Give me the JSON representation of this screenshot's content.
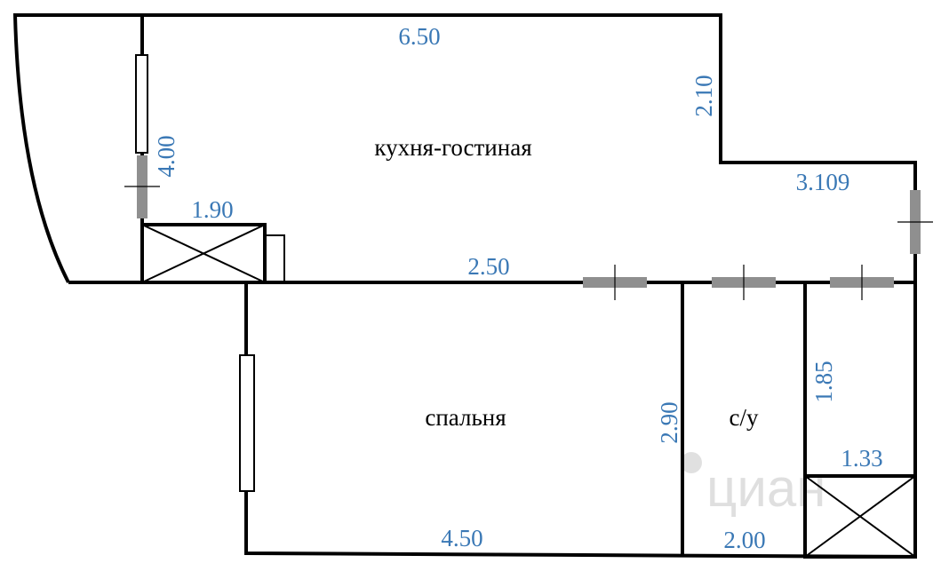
{
  "rooms": {
    "living_kitchen": "кухня-гостиная",
    "bedroom": "спальня",
    "bathroom": "с/у"
  },
  "dimensions": {
    "top_width": "6.50",
    "step_height": "2.10",
    "right_width": "3.109",
    "left_wall": "4.00",
    "shaft_width": "1.90",
    "partition_length": "2.50",
    "bedroom_height": "2.90",
    "bath_height": "1.85",
    "shaft2_width": "1.33",
    "bedroom_width": "4.50",
    "bath_width": "2.00"
  },
  "watermark": "циан",
  "colors": {
    "dimension_text": "#3a78b5",
    "walls": "#000000",
    "doors": "#8f8f8f"
  }
}
